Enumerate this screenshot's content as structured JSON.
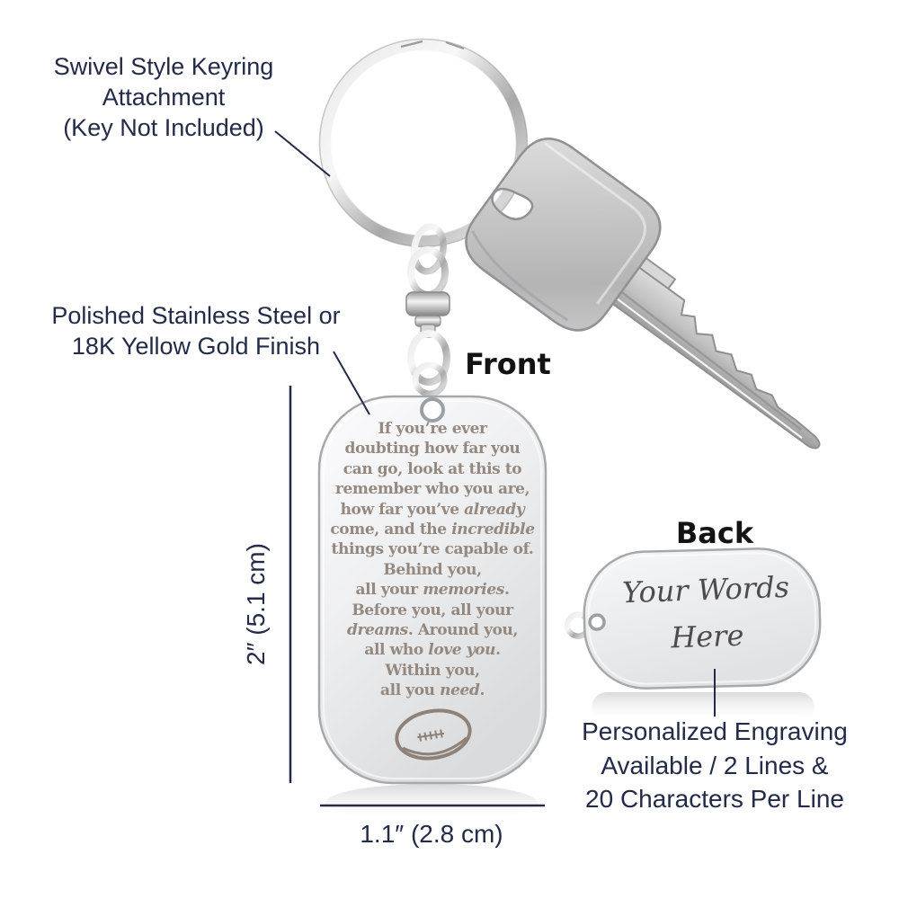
{
  "annotations": {
    "swivel_note": {
      "lines": [
        "Swivel Style Keyring",
        "Attachment",
        "(Key Not Included)"
      ]
    },
    "finish_note": {
      "lines": [
        "Polished Stainless Steel or",
        "18K Yellow Gold Finish"
      ]
    },
    "engraving_note": {
      "lines": [
        "Personalized Engraving",
        "Available / 2 Lines &",
        "20 Characters Per Line"
      ]
    },
    "front_label": "Front",
    "back_label": "Back"
  },
  "dimensions": {
    "height_label": "2″ (5.1 cm)",
    "width_label": "1.1″ (2.8 cm)"
  },
  "front_tag": {
    "engraving_lines": [
      [
        {
          "t": "If you’re ever",
          "i": false
        }
      ],
      [
        {
          "t": "doubting how far you",
          "i": false
        }
      ],
      [
        {
          "t": "can go, look at this to",
          "i": false
        }
      ],
      [
        {
          "t": "remember who you are,",
          "i": false
        }
      ],
      [
        {
          "t": "how far you’ve ",
          "i": false
        },
        {
          "t": "already",
          "i": true
        }
      ],
      [
        {
          "t": "come, and the ",
          "i": false
        },
        {
          "t": "incredible",
          "i": true
        }
      ],
      [
        {
          "t": "things you’re capable of.",
          "i": false
        }
      ],
      [
        {
          "t": "Behind you,",
          "i": false
        }
      ],
      [
        {
          "t": "all your ",
          "i": false
        },
        {
          "t": "memories",
          "i": true
        },
        {
          "t": ".",
          "i": false
        }
      ],
      [
        {
          "t": "Before you, all your",
          "i": false
        }
      ],
      [
        {
          "t": "dreams",
          "i": true
        },
        {
          "t": ". Around you,",
          "i": false
        }
      ],
      [
        {
          "t": "all who ",
          "i": false
        },
        {
          "t": "love you",
          "i": true
        },
        {
          "t": ".",
          "i": false
        }
      ],
      [
        {
          "t": "Within you,",
          "i": false
        }
      ],
      [
        {
          "t": "all you ",
          "i": false
        },
        {
          "t": "need",
          "i": true
        },
        {
          "t": ".",
          "i": false
        }
      ]
    ],
    "symbol": "rugby-ball"
  },
  "back_tag": {
    "lines": [
      "Your Words",
      "Here"
    ]
  },
  "colors": {
    "annotation_navy": "#232b49",
    "view_label_black": "#131313",
    "engraving_bronze": "#94887f",
    "script_gray": "#4c4c4c",
    "metal_silver": "#c9cbcd"
  }
}
